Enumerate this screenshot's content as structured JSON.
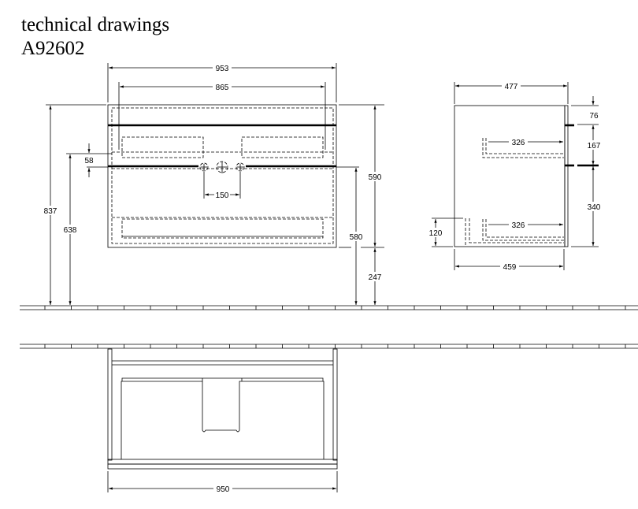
{
  "header": {
    "title": "technical drawings",
    "model": "A92602"
  },
  "front_view": {
    "width_total": "953",
    "width_inner": "865",
    "height_total": "837",
    "height_outlet": "638",
    "height_drain": "580",
    "cabinet_height": "590",
    "floor_clearance": "247",
    "offset": "58",
    "tap_spacing": "150"
  },
  "side_view": {
    "depth_total": "477",
    "depth_inner": "459",
    "drawer_depth_upper": "326",
    "drawer_depth_lower": "326",
    "top_offset": "76",
    "hanger_spacing": "167",
    "lower_height": "340",
    "plinth_height": "120"
  },
  "top_view": {
    "width": "950"
  }
}
